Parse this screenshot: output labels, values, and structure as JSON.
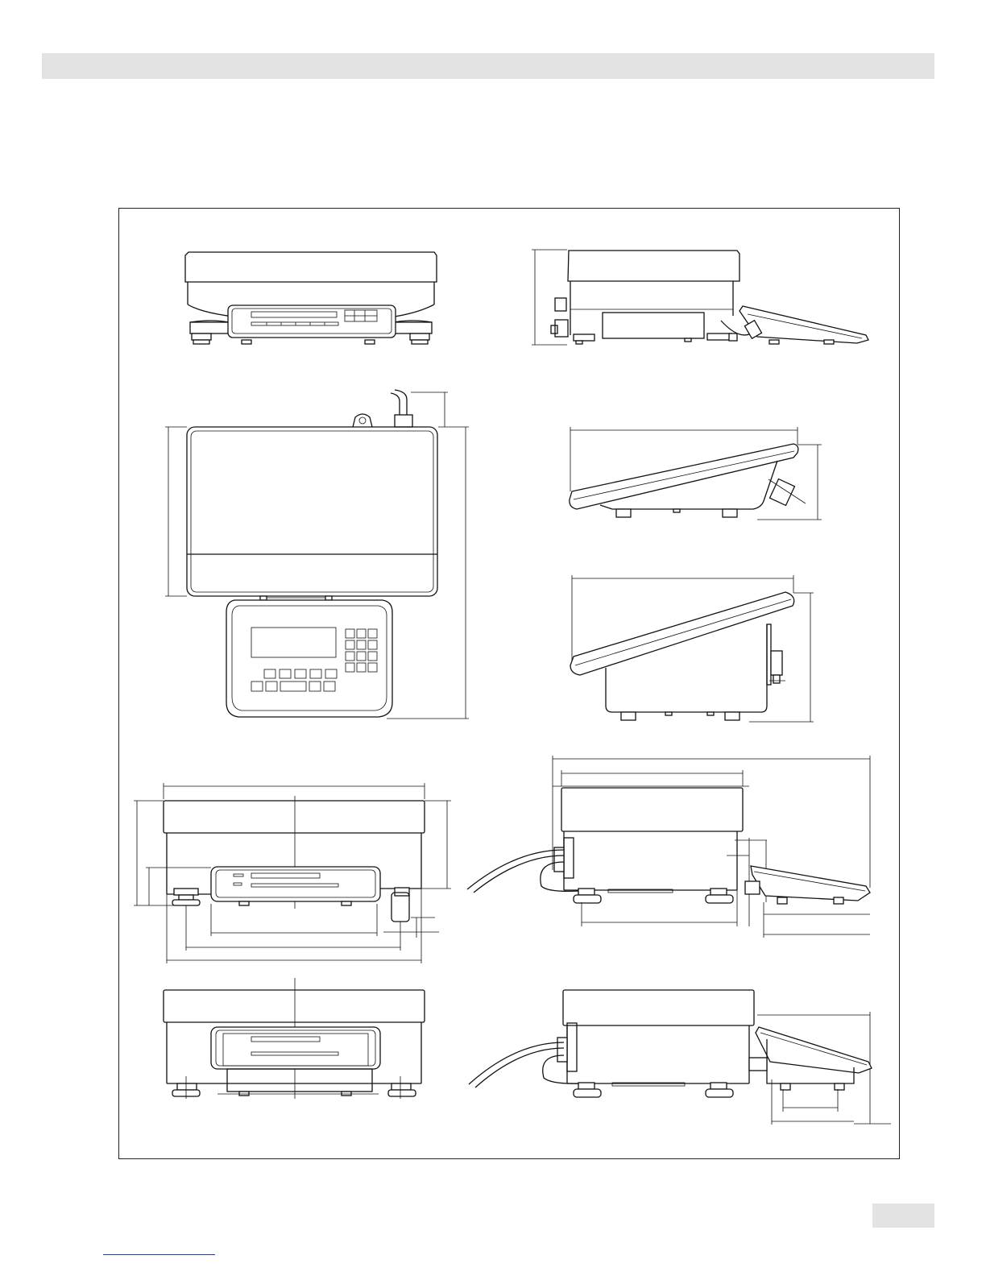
{
  "page": {
    "header_band_text": "",
    "page_number": ""
  },
  "drawing": {
    "views": [
      "front-view-top",
      "side-view-top",
      "top-view-with-indicator",
      "indicator-side-view-small",
      "indicator-side-view-large",
      "front-view-dimensioned",
      "side-view-dimensioned",
      "front-view-lower",
      "side-view-lower"
    ]
  },
  "colors": {
    "band": "#e3e3e3",
    "line": "#111111",
    "link_underline": "#1a3cc8"
  }
}
